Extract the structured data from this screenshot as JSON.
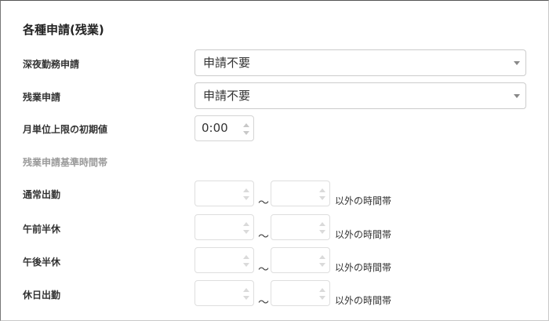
{
  "form": {
    "title": "各種申請(残業)",
    "late_night_label": "深夜勤務申請",
    "late_night_value": "申請不要",
    "overtime_label": "残業申請",
    "overtime_value": "申請不要",
    "monthly_limit_label": "月単位上限の初期値",
    "monthly_limit_value": "0:00",
    "section_label": "残業申請基準時間帯",
    "rows": [
      {
        "label": "通常出勤",
        "start": "",
        "end": "",
        "tilde": "～",
        "suffix": "以外の時間帯"
      },
      {
        "label": "午前半休",
        "start": "",
        "end": "",
        "tilde": "～",
        "suffix": "以外の時間帯"
      },
      {
        "label": "午後半休",
        "start": "",
        "end": "",
        "tilde": "～",
        "suffix": "以外の時間帯"
      },
      {
        "label": "休日出勤",
        "start": "",
        "end": "",
        "tilde": "～",
        "suffix": "以外の時間帯"
      }
    ]
  }
}
